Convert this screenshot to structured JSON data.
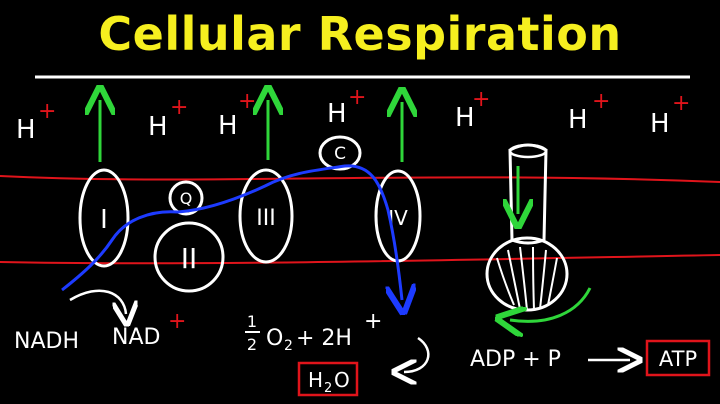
{
  "title": "Cellular Respiration",
  "colors": {
    "background": "#000000",
    "title": "#f6ef1f",
    "membrane": "#e0141b",
    "electron_path": "#1d3bff",
    "arrows": "#2fd63a",
    "plus_sign": "#e0141b",
    "box": "#e0141b",
    "ink": "#ffffff"
  },
  "protons": [
    {
      "symbol": "H",
      "charge": "+"
    },
    {
      "symbol": "H",
      "charge": "+"
    },
    {
      "symbol": "H",
      "charge": "+"
    },
    {
      "symbol": "H",
      "charge": "+"
    },
    {
      "symbol": "H",
      "charge": "+"
    },
    {
      "symbol": "H",
      "charge": "+"
    },
    {
      "symbol": "H",
      "charge": "+"
    }
  ],
  "complexes": {
    "I": "I",
    "Q": "Q",
    "II": "II",
    "III": "III",
    "C": "C",
    "IV": "IV"
  },
  "reactions": {
    "nadh": "NADH",
    "nad_base": "NAD",
    "nad_charge": "+",
    "half_num": "1",
    "half_den": "2",
    "o2": "O",
    "o2_sub": "2",
    "plus_2h": "+ 2H",
    "h_charge": "+",
    "water": "H",
    "water_sub": "2",
    "water_o": "O",
    "adp_p": "ADP + P",
    "atp": "ATP"
  }
}
